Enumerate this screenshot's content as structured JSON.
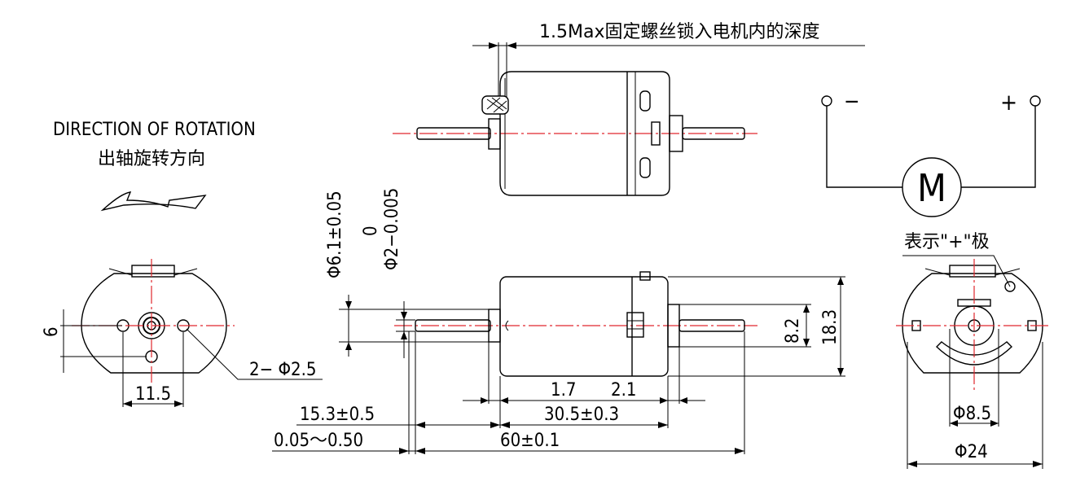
{
  "note_depth": "1.5Max固定螺丝锁入电机内的深度",
  "direction_en": "DIRECTION OF ROTATION",
  "direction_cn": "出轴旋转方向",
  "motor_symbol": "M",
  "terminal_minus": "−",
  "terminal_plus": "+",
  "plus_pole_note": "表示\"+\"极",
  "dims": {
    "shaft_dia": "Φ6.1±0.05",
    "shaft_tol_top": "0",
    "shaft_dia2": "Φ2−0.005",
    "d_8_2": "8.2",
    "d_18_3": "18.3",
    "d_1_7": "1.7",
    "d_2_1": "2.1",
    "d_30_5": "30.5±0.3",
    "d_15_3": "15.3±0.5",
    "d_60": "60±0.1",
    "d_005": "0.05～0.50",
    "d_6": "6",
    "d_11_5": "11.5",
    "d_holes": "2− Φ2.5",
    "d_phi8_5": "Φ8.5",
    "d_phi24": "Φ24"
  }
}
